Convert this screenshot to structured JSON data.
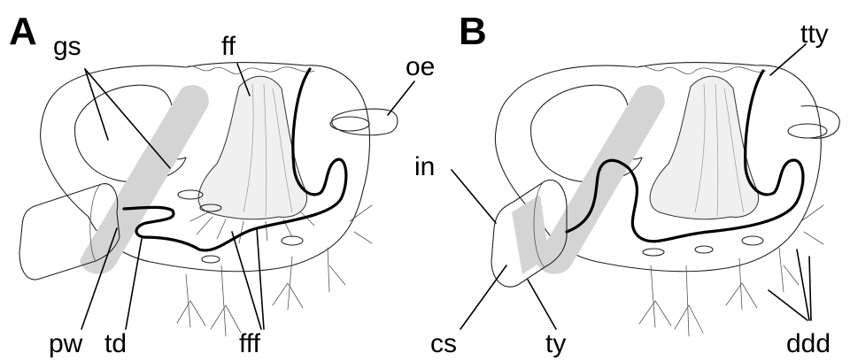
{
  "panels": [
    {
      "letter": "A",
      "labels": {
        "gs": "gs",
        "ff": "ff",
        "oe": "oe",
        "pw": "pw",
        "td": "td",
        "fff": "fff"
      }
    },
    {
      "letter": "B",
      "labels": {
        "tty": "tty",
        "in": "in",
        "cs": "cs",
        "ty": "ty",
        "ddd": "ddd"
      }
    }
  ]
}
